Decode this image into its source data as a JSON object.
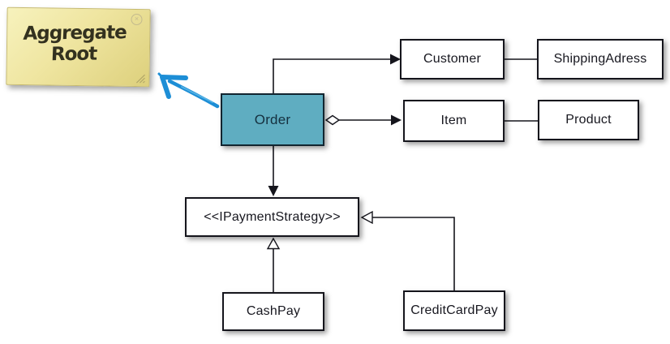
{
  "note": {
    "text": "Aggregate Root",
    "close_glyph": "×"
  },
  "diagram": {
    "type": "uml-class-diagram",
    "nodes": [
      {
        "id": "order",
        "label": "Order",
        "fill": "#5fadc1"
      },
      {
        "id": "customer",
        "label": "Customer",
        "fill": "#ffffff"
      },
      {
        "id": "shippingadress",
        "label": "ShippingAdress",
        "fill": "#ffffff"
      },
      {
        "id": "item",
        "label": "Item",
        "fill": "#ffffff"
      },
      {
        "id": "product",
        "label": "Product",
        "fill": "#ffffff"
      },
      {
        "id": "ipaymentstrategy",
        "label": "<<IPaymentStrategy>>",
        "fill": "#ffffff"
      },
      {
        "id": "cashpay",
        "label": "CashPay",
        "fill": "#ffffff"
      },
      {
        "id": "creditcardpay",
        "label": "CreditCardPay",
        "fill": "#ffffff"
      }
    ],
    "relationships": [
      {
        "from": "Order",
        "to": "Customer",
        "type": "directed-association"
      },
      {
        "from": "Customer",
        "to": "ShippingAdress",
        "type": "association"
      },
      {
        "from": "Order",
        "to": "Item",
        "type": "aggregation-directed"
      },
      {
        "from": "Item",
        "to": "Product",
        "type": "association"
      },
      {
        "from": "Order",
        "to": "IPaymentStrategy",
        "type": "directed-association"
      },
      {
        "from": "CashPay",
        "to": "IPaymentStrategy",
        "type": "generalization"
      },
      {
        "from": "CreditCardPay",
        "to": "IPaymentStrategy",
        "type": "generalization"
      }
    ],
    "annotation": {
      "target": "Order",
      "note": "Aggregate Root",
      "arrow_color": "#1d8ed6"
    }
  },
  "colors": {
    "line": "#15151c",
    "order_fill": "#5fadc1",
    "note_bg": "#efe5a0",
    "annotation_blue": "#1d8ed6"
  }
}
